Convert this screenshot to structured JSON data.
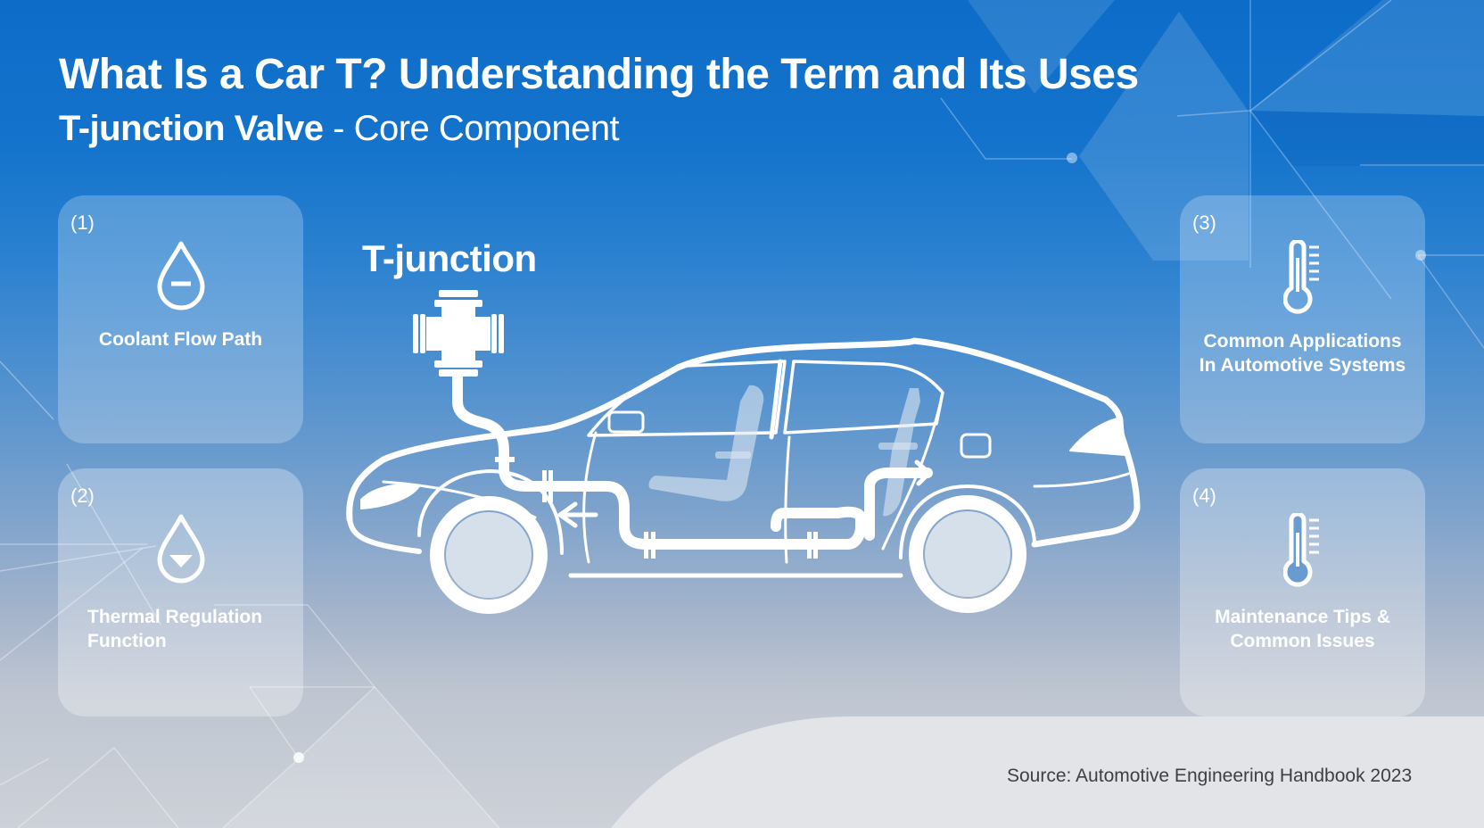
{
  "header": {
    "title": "What Is a Car T? Understanding the Term and Its Uses",
    "subtitle_strong": "T-junction Valve",
    "subtitle_separator": " - ",
    "subtitle_light": "Core Component"
  },
  "diagram": {
    "callout_label": "T-junction",
    "valve_icon": "t-junction-valve-icon",
    "vehicle_icon": "sedan-outline-icon",
    "flow_arrows": [
      "left-arrow",
      "right-arrow"
    ]
  },
  "cards": [
    {
      "number": "(1)",
      "icon": "droplet-minus-icon",
      "label": "Coolant Flow Path",
      "position": "top-left"
    },
    {
      "number": "(2)",
      "icon": "droplet-down-icon",
      "label": "Thermal Regulation Function",
      "line1": "Thermal Regulation",
      "line2": "Function",
      "position": "bottom-left"
    },
    {
      "number": "(3)",
      "icon": "thermometer-icon",
      "label": "Common Applications In Automotive Systems",
      "line1": "Common Applications",
      "line2": "In Automotive Systems",
      "position": "top-right"
    },
    {
      "number": "(4)",
      "icon": "thermometer-filled-icon",
      "label": "Maintenance Tips & Common Issues",
      "line1": "Maintenance Tips &",
      "line2": "Common Issues",
      "position": "bottom-right"
    }
  ],
  "footer": {
    "source": "Source: Automotive Engineering Handbook 2023"
  },
  "colors": {
    "background_top": "#0c6cc8",
    "background_bottom": "#cdd1d8",
    "text_primary": "#ffffff",
    "source_text": "#3d3f44",
    "footer_panel": "#e3e4e8"
  }
}
